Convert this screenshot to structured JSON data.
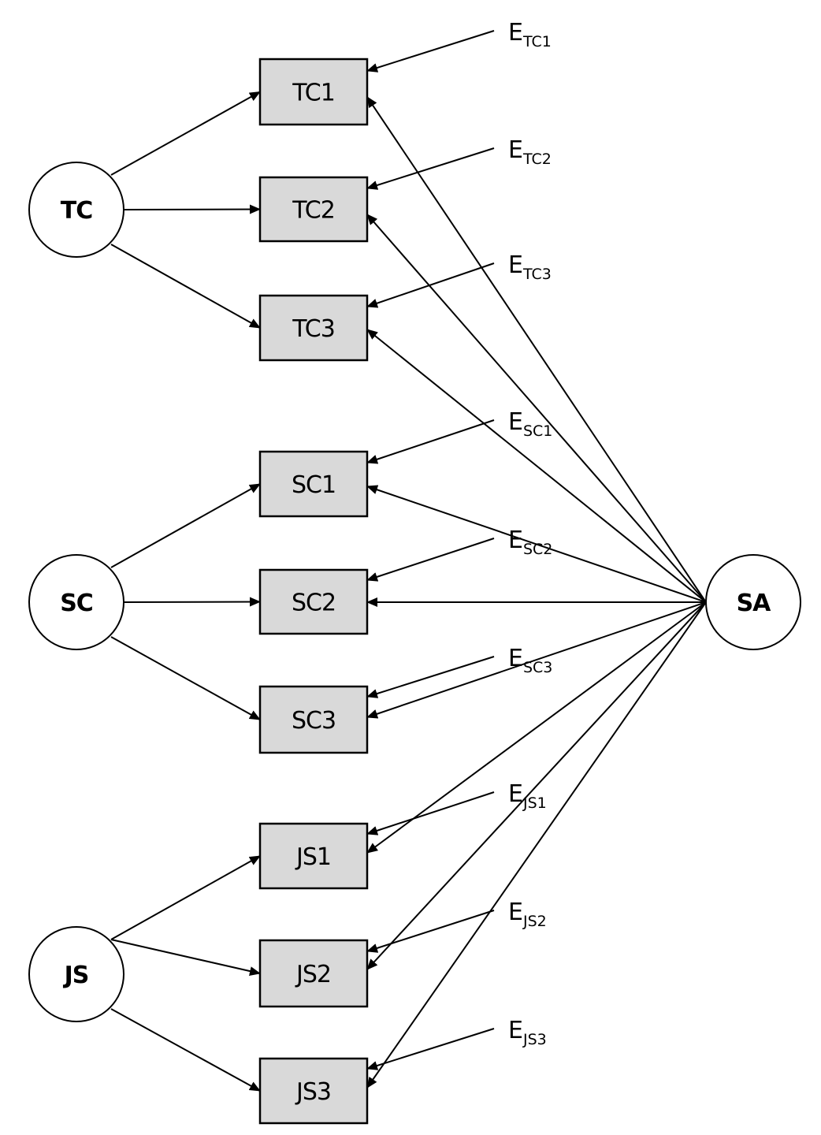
{
  "diagram": {
    "type": "structural-equation-model",
    "colors": {
      "background": "#ffffff",
      "stroke": "#000000",
      "observed_fill": "#d9d9d9",
      "latent_fill": "#ffffff"
    },
    "latent_factors": [
      {
        "id": "TC",
        "label": "TC",
        "indicators": [
          "TC1",
          "TC2",
          "TC3"
        ]
      },
      {
        "id": "SC",
        "label": "SC",
        "indicators": [
          "SC1",
          "SC2",
          "SC3"
        ]
      },
      {
        "id": "JS",
        "label": "JS",
        "indicators": [
          "JS1",
          "JS2",
          "JS3"
        ]
      }
    ],
    "outcome_factor": {
      "id": "SA",
      "label": "SA"
    },
    "observed": [
      {
        "id": "TC1",
        "label": "TC1",
        "error": {
          "main": "E",
          "sub": "TC1"
        }
      },
      {
        "id": "TC2",
        "label": "TC2",
        "error": {
          "main": "E",
          "sub": "TC2"
        }
      },
      {
        "id": "TC3",
        "label": "TC3",
        "error": {
          "main": "E",
          "sub": "TC3"
        }
      },
      {
        "id": "SC1",
        "label": "SC1",
        "error": {
          "main": "E",
          "sub": "SC1"
        }
      },
      {
        "id": "SC2",
        "label": "SC2",
        "error": {
          "main": "E",
          "sub": "SC2"
        }
      },
      {
        "id": "SC3",
        "label": "SC3",
        "error": {
          "main": "E",
          "sub": "SC3"
        }
      },
      {
        "id": "JS1",
        "label": "JS1",
        "error": {
          "main": "E",
          "sub": "JS1"
        }
      },
      {
        "id": "JS2",
        "label": "JS2",
        "error": {
          "main": "E",
          "sub": "JS2"
        }
      },
      {
        "id": "JS3",
        "label": "JS3",
        "error": {
          "main": "E",
          "sub": "JS3"
        }
      }
    ],
    "edges": {
      "factor_to_indicator": [
        [
          "TC",
          "TC1"
        ],
        [
          "TC",
          "TC2"
        ],
        [
          "TC",
          "TC3"
        ],
        [
          "SC",
          "SC1"
        ],
        [
          "SC",
          "SC2"
        ],
        [
          "SC",
          "SC3"
        ],
        [
          "JS",
          "JS1"
        ],
        [
          "JS",
          "JS2"
        ],
        [
          "JS",
          "JS3"
        ]
      ],
      "outcome_to_indicator": [
        [
          "SA",
          "TC1"
        ],
        [
          "SA",
          "TC2"
        ],
        [
          "SA",
          "TC3"
        ],
        [
          "SA",
          "SC1"
        ],
        [
          "SA",
          "SC2"
        ],
        [
          "SA",
          "SC3"
        ],
        [
          "SA",
          "JS1"
        ],
        [
          "SA",
          "JS2"
        ],
        [
          "SA",
          "JS3"
        ]
      ],
      "error_to_indicator": [
        [
          "E_TC1",
          "TC1"
        ],
        [
          "E_TC2",
          "TC2"
        ],
        [
          "E_TC3",
          "TC3"
        ],
        [
          "E_SC1",
          "SC1"
        ],
        [
          "E_SC2",
          "SC2"
        ],
        [
          "E_SC3",
          "SC3"
        ],
        [
          "E_JS1",
          "JS1"
        ],
        [
          "E_JS2",
          "JS2"
        ],
        [
          "E_JS3",
          "JS3"
        ]
      ]
    }
  }
}
